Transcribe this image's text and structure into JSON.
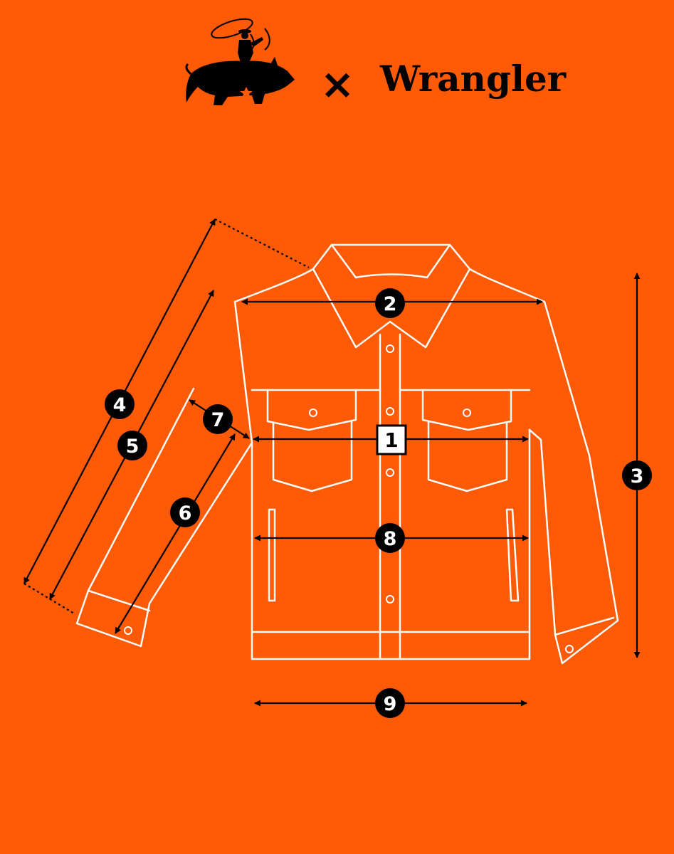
{
  "colors": {
    "background": "#FF5A05",
    "outline": "#FFFFFF",
    "ink": "#000000"
  },
  "header": {
    "mascot": "boar-rider-logo-icon",
    "separator": "×",
    "brand": "Wrangler"
  },
  "diagram": {
    "subject": "jacket-outline",
    "measurements": [
      {
        "label": "1",
        "style": "square"
      },
      {
        "label": "2",
        "style": "circle"
      },
      {
        "label": "3",
        "style": "circle"
      },
      {
        "label": "4",
        "style": "circle"
      },
      {
        "label": "5",
        "style": "circle"
      },
      {
        "label": "6",
        "style": "circle"
      },
      {
        "label": "7",
        "style": "circle"
      },
      {
        "label": "8",
        "style": "circle"
      },
      {
        "label": "9",
        "style": "circle"
      }
    ]
  }
}
